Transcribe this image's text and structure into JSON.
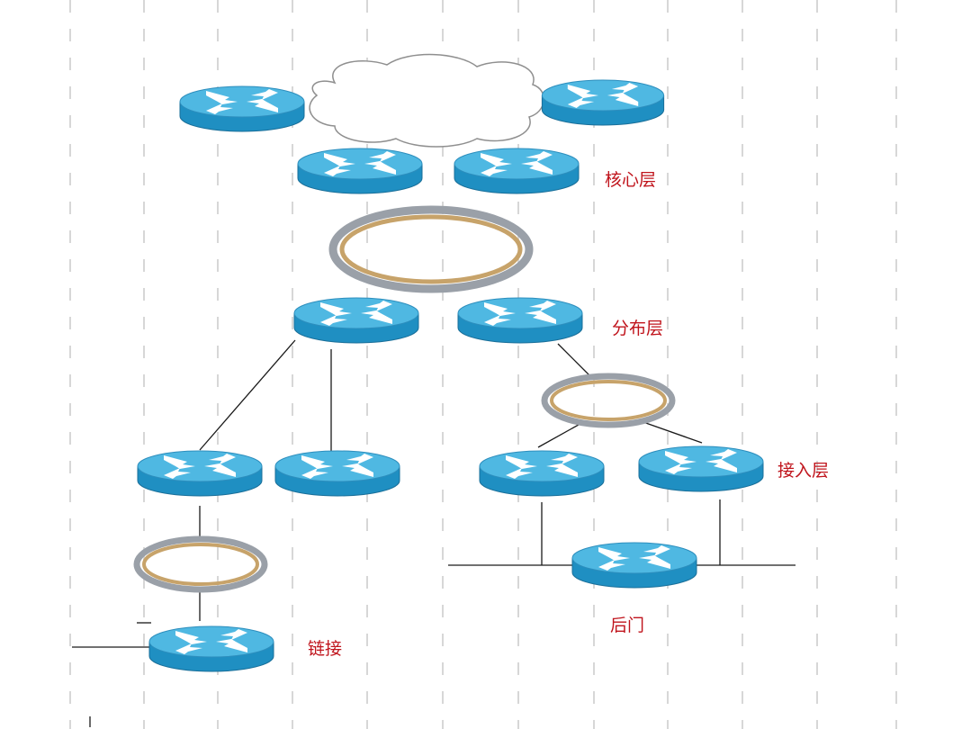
{
  "labels": {
    "core": "核心层",
    "distribution": "分布层",
    "access": "接入层",
    "link": "链接",
    "backdoor": "后门"
  },
  "colors": {
    "router_top": "#4fb8e2",
    "router_side": "#1f8fc2",
    "router_edge": "#1a6f99",
    "label": "#c0141c",
    "ring_outer": "#9aa0a8",
    "ring_inner": "#c7a36a",
    "background_dash": "#d7d7d7",
    "cloud_stroke": "#8f8f8f"
  },
  "nodes": [
    {
      "id": "core-router-top-left",
      "layer": "core"
    },
    {
      "id": "core-router-top-right",
      "layer": "core"
    },
    {
      "id": "core-router-left",
      "layer": "core"
    },
    {
      "id": "core-router-right",
      "layer": "core"
    },
    {
      "id": "distribution-router-left",
      "layer": "distribution"
    },
    {
      "id": "distribution-router-right",
      "layer": "distribution"
    },
    {
      "id": "access-router-1",
      "layer": "access"
    },
    {
      "id": "access-router-2",
      "layer": "access"
    },
    {
      "id": "access-router-3",
      "layer": "access"
    },
    {
      "id": "access-router-4",
      "layer": "access"
    },
    {
      "id": "backdoor-router",
      "layer": "backdoor"
    },
    {
      "id": "link-router",
      "layer": "link"
    }
  ],
  "edges": [
    {
      "from": "distribution-router-left",
      "to": "access-router-1"
    },
    {
      "from": "distribution-router-left",
      "to": "access-router-2"
    },
    {
      "from": "distribution-router-right",
      "to": "access-ring"
    },
    {
      "from": "access-ring",
      "to": "access-router-3"
    },
    {
      "from": "access-ring",
      "to": "access-router-4"
    },
    {
      "from": "access-router-3",
      "to": "backdoor-bus"
    },
    {
      "from": "access-router-4",
      "to": "backdoor-bus"
    },
    {
      "from": "access-router-1",
      "to": "link-ring"
    },
    {
      "from": "link-ring",
      "to": "link-router"
    }
  ]
}
